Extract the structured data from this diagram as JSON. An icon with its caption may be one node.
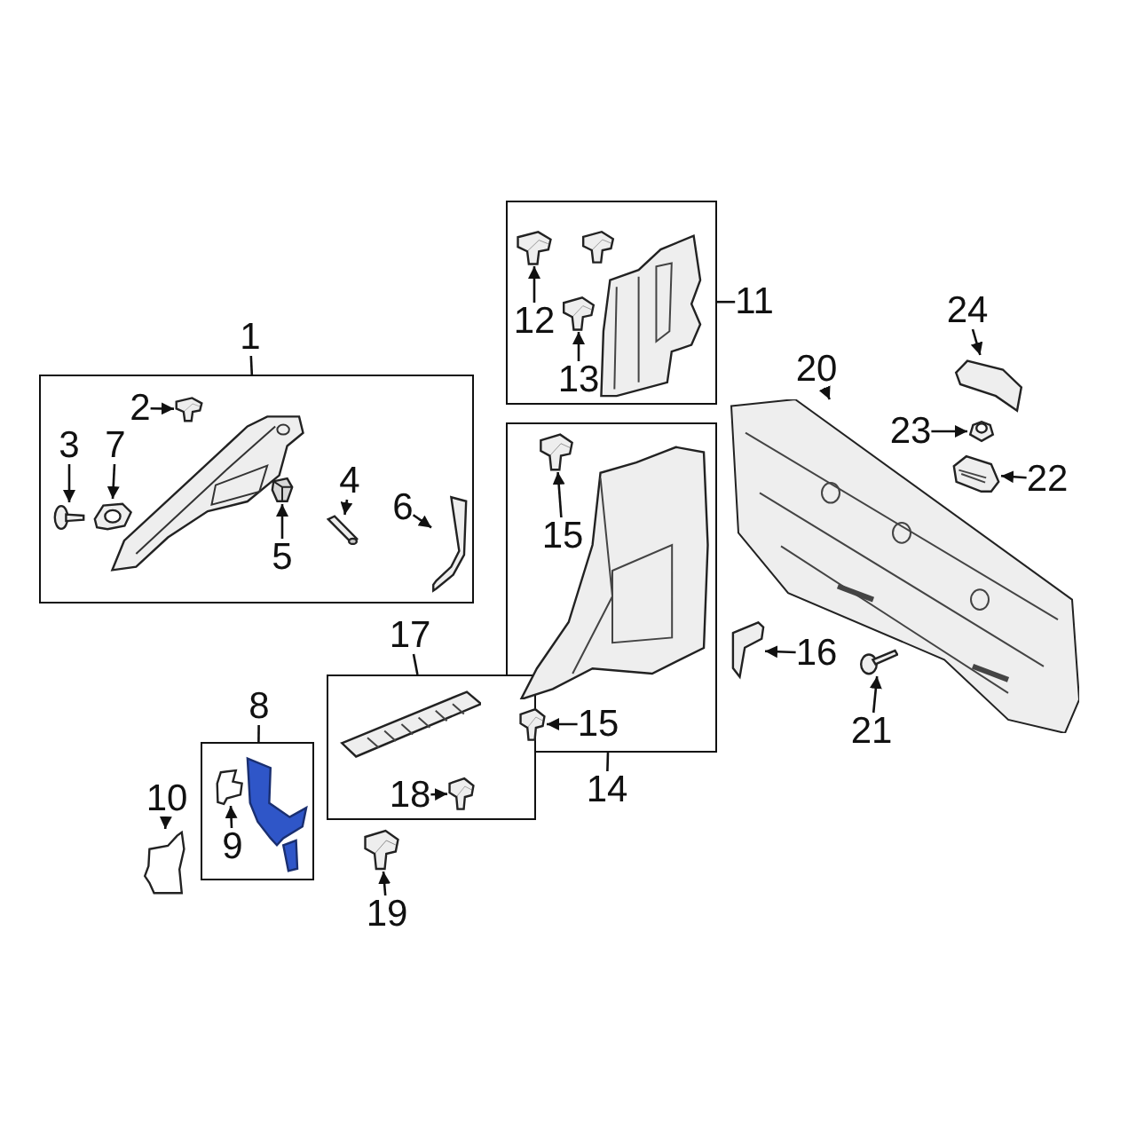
{
  "diagram": {
    "nodes": [
      {
        "text": [
          "1"
        ]
      },
      {
        "text": [],
        "shape": "box"
      },
      {
        "text": [
          "2"
        ],
        "in": 1
      },
      {
        "text": [],
        "shape": "picture",
        "in": 1
      },
      {
        "text": [
          "3"
        ],
        "in": 1
      },
      {
        "text": [],
        "shape": "picture",
        "in": 1
      },
      {
        "text": [
          "7"
        ],
        "in": 1
      },
      {
        "text": [],
        "shape": "picture",
        "in": 1
      },
      {
        "text": [
          "5"
        ],
        "in": 1
      },
      {
        "text": [],
        "shape": "picture",
        "in": 1
      },
      {
        "text": [
          "4"
        ],
        "in": 1
      },
      {
        "text": [],
        "shape": "picture",
        "in": 1
      },
      {
        "text": [
          "6"
        ],
        "in": 1
      },
      {
        "text": [],
        "shape": "picture",
        "in": 1
      },
      {
        "text": [],
        "shape": "box"
      },
      {
        "text": [
          "11"
        ]
      },
      {
        "text": [
          "12"
        ],
        "in": 14
      },
      {
        "text": [],
        "shape": "picture",
        "in": 14
      },
      {
        "text": [
          "13"
        ],
        "in": 14
      },
      {
        "text": [],
        "shape": "picture",
        "in": 14
      },
      {
        "text": [
          "24"
        ]
      },
      {
        "text": [],
        "shape": "picture"
      },
      {
        "text": [
          "20"
        ]
      },
      {
        "text": [],
        "shape": "picture"
      },
      {
        "text": [
          "23"
        ]
      },
      {
        "text": [],
        "shape": "picture"
      },
      {
        "text": [
          "22"
        ]
      },
      {
        "text": [],
        "shape": "picture"
      },
      {
        "text": [],
        "shape": "box"
      },
      {
        "text": [
          "15"
        ],
        "in": 28
      },
      {
        "text": [],
        "shape": "picture",
        "in": 28
      },
      {
        "text": [
          "15"
        ],
        "in": 28
      },
      {
        "text": [],
        "shape": "picture",
        "in": 28
      },
      {
        "text": [
          "14"
        ]
      },
      {
        "text": [
          "16"
        ]
      },
      {
        "text": [],
        "shape": "picture"
      },
      {
        "text": [
          "21"
        ]
      },
      {
        "text": [],
        "shape": "picture"
      },
      {
        "text": [
          "17"
        ]
      },
      {
        "text": [],
        "shape": "box"
      },
      {
        "text": [
          "18"
        ],
        "in": 39
      },
      {
        "text": [],
        "shape": "picture",
        "in": 39
      },
      {
        "text": [
          "8"
        ]
      },
      {
        "text": [],
        "shape": "box"
      },
      {
        "text": [
          "9"
        ],
        "in": 43
      },
      {
        "text": [],
        "shape": "picture",
        "in": 43
      },
      {
        "text": [
          "10"
        ]
      },
      {
        "text": [],
        "shape": "picture"
      },
      {
        "text": [
          "19"
        ]
      },
      {
        "text": [],
        "shape": "picture"
      }
    ],
    "edges": [
      {
        "from": 0,
        "to": 1,
        "arrow": "none"
      },
      {
        "from": 2,
        "to": 3,
        "arrow": "to"
      },
      {
        "from": 4,
        "to": 5,
        "arrow": "to"
      },
      {
        "from": 6,
        "to": 7,
        "arrow": "to"
      },
      {
        "from": 8,
        "to": 9,
        "arrow": "to"
      },
      {
        "from": 10,
        "to": 11,
        "arrow": "to"
      },
      {
        "from": 12,
        "to": 13,
        "arrow": "to"
      },
      {
        "from": 15,
        "to": 14,
        "arrow": "none"
      },
      {
        "from": 16,
        "to": 17,
        "arrow": "to"
      },
      {
        "from": 18,
        "to": 19,
        "arrow": "to"
      },
      {
        "from": 20,
        "to": 21,
        "arrow": "to"
      },
      {
        "from": 22,
        "to": 23,
        "arrow": "to"
      },
      {
        "from": 24,
        "to": 25,
        "arrow": "to"
      },
      {
        "from": 26,
        "to": 27,
        "arrow": "to"
      },
      {
        "from": 29,
        "to": 30,
        "arrow": "to"
      },
      {
        "from": 31,
        "to": 32,
        "arrow": "to"
      },
      {
        "from": 33,
        "to": 28,
        "arrow": "none"
      },
      {
        "from": 34,
        "to": 35,
        "arrow": "to"
      },
      {
        "from": 36,
        "to": 37,
        "arrow": "to"
      },
      {
        "from": 38,
        "to": 39,
        "arrow": "none"
      },
      {
        "from": 40,
        "to": 41,
        "arrow": "to"
      },
      {
        "from": 42,
        "to": 43,
        "arrow": "none"
      },
      {
        "from": 44,
        "to": 45,
        "arrow": "to"
      },
      {
        "from": 46,
        "to": 47,
        "arrow": "to"
      },
      {
        "from": 48,
        "to": 49,
        "arrow": "to"
      }
    ]
  }
}
